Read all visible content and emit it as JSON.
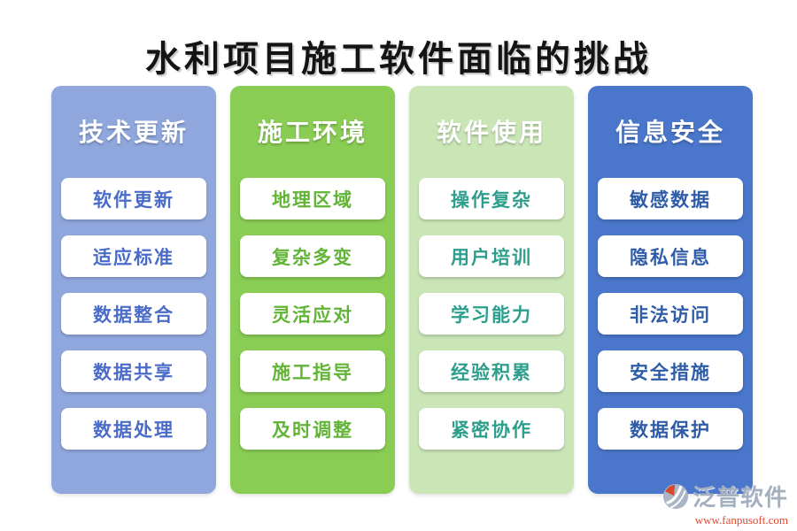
{
  "title": "水利项目施工软件面临的挑战",
  "columns": [
    {
      "header": "技术更新",
      "bg": "#8FA7DD",
      "card_text_color": "#4A6CC8",
      "items": [
        "软件更新",
        "适应标准",
        "数据整合",
        "数据共享",
        "数据处理"
      ]
    },
    {
      "header": "施工环境",
      "bg": "#89CD54",
      "card_text_color": "#62B437",
      "items": [
        "地理区域",
        "复杂多变",
        "灵活应对",
        "施工指导",
        "及时调整"
      ]
    },
    {
      "header": "软件使用",
      "bg": "#CAE5B6",
      "card_text_color": "#2E9E8C",
      "items": [
        "操作复杂",
        "用户培训",
        "学习能力",
        "经验积累",
        "紧密协作"
      ]
    },
    {
      "header": "信息安全",
      "bg": "#4A77CB",
      "card_text_color": "#2E5CA8",
      "items": [
        "敏感数据",
        "隐私信息",
        "非法访问",
        "安全措施",
        "数据保护"
      ]
    }
  ],
  "footer": {
    "brand": "泛普软件",
    "url": "www.fanpusoft.com",
    "brand_color": "#A4B0C0",
    "url_color": "#E0472D",
    "logo_red": "#D6492F",
    "logo_grey": "#AAB6C6"
  }
}
